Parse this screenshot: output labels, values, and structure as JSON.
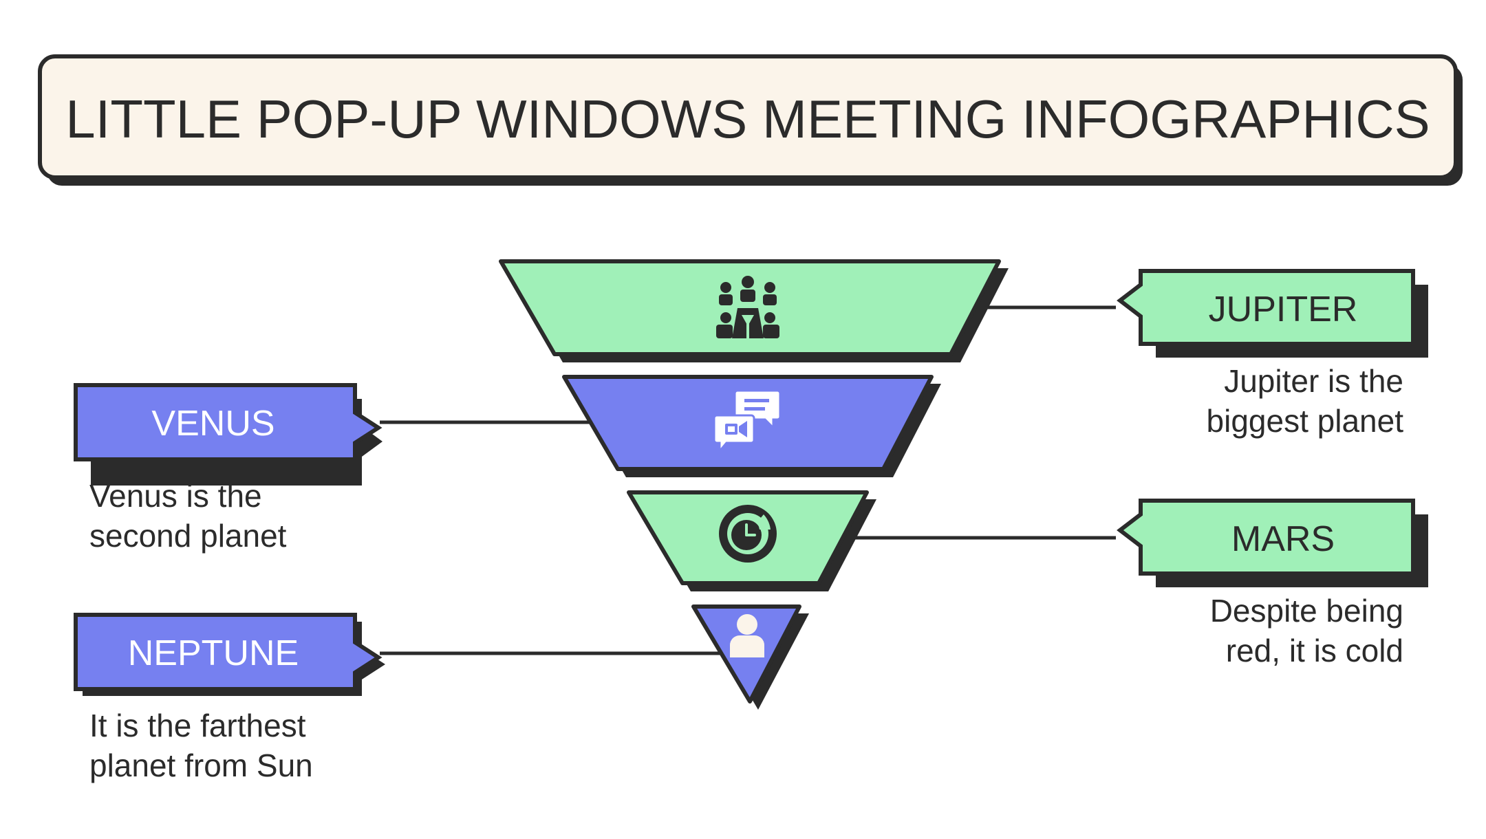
{
  "title": "LITTLE POP-UP WINDOWS MEETING INFOGRAPHICS",
  "colors": {
    "green": "#a0f0b8",
    "purple": "#7680f0",
    "cream": "#fbf4ea",
    "outline": "#2b2b2b",
    "white_text": "#ffffff"
  },
  "funnel": [
    {
      "icon": "group-meeting-icon",
      "color": "green"
    },
    {
      "icon": "video-chat-icon",
      "color": "purple"
    },
    {
      "icon": "clock-icon",
      "color": "green"
    },
    {
      "icon": "person-icon",
      "color": "purple"
    }
  ],
  "items": {
    "jupiter": {
      "label": "JUPITER",
      "desc_line1": "Jupiter is the",
      "desc_line2": "biggest planet"
    },
    "venus": {
      "label": "VENUS",
      "desc_line1": "Venus is the",
      "desc_line2": "second planet"
    },
    "mars": {
      "label": "MARS",
      "desc_line1": "Despite being",
      "desc_line2": "red, it is cold"
    },
    "neptune": {
      "label": "NEPTUNE",
      "desc_line1": "It is the farthest",
      "desc_line2": "planet from Sun"
    }
  }
}
